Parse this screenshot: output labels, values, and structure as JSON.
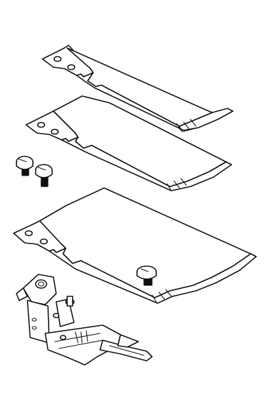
{
  "illustration": {
    "subject": "presser-foot-attachment-kit",
    "parts": [
      {
        "kind": "narrow-guide-blade",
        "holes": 2
      },
      {
        "kind": "medium-guide-blade",
        "holes": 2
      },
      {
        "kind": "screws",
        "count": 2
      },
      {
        "kind": "wide-guide-blade",
        "holes": 2
      },
      {
        "kind": "screw",
        "count": 1
      },
      {
        "kind": "presser-foot",
        "count": 1
      }
    ],
    "colors": {
      "line": "#111111",
      "background": "#ffffff"
    }
  }
}
